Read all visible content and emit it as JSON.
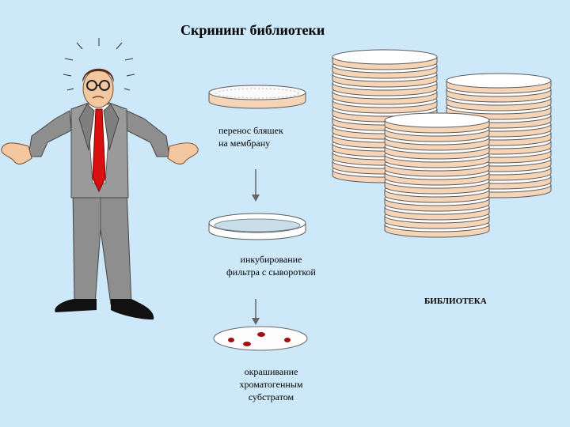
{
  "title": "Скрининг библиотеки",
  "steps": [
    {
      "label": "перенос бляшек\nна мембрану"
    },
    {
      "label": "инкубирование\nфильтра с сывороткой"
    },
    {
      "label": "окрашивание\nхроматогенным\nсубстратом"
    }
  ],
  "library_label": "БИБЛИОТЕКА",
  "colors": {
    "background": "#cde9f9",
    "plate_fill": "#ffffff",
    "plate_rim": "#f5d4b8",
    "membrane": "#c9dee8",
    "spot": "#a01010",
    "tie": "#d81010",
    "suit": "#9a9a9a"
  }
}
